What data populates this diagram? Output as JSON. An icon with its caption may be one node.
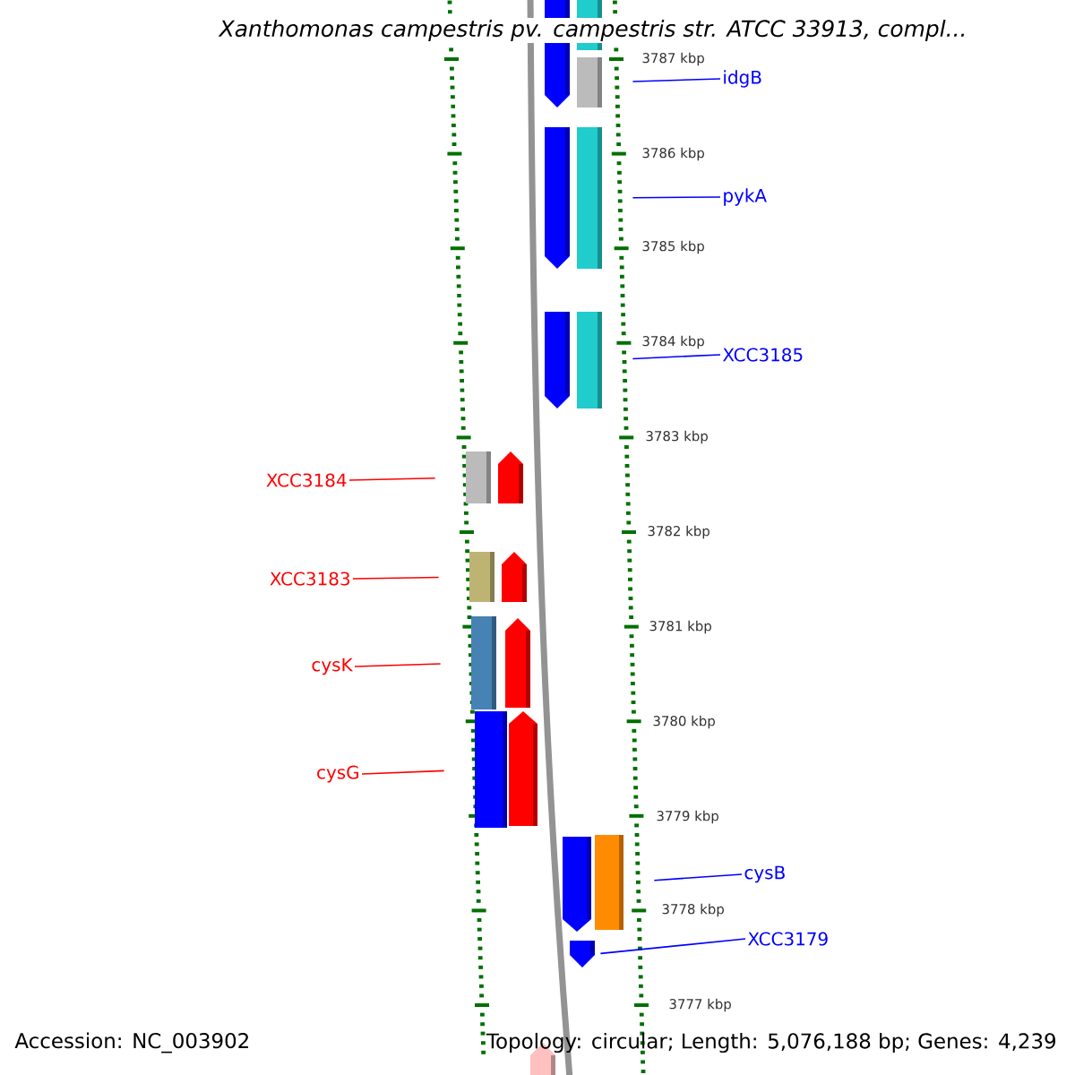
{
  "diagram": {
    "title": "Xanthomonas campestris pv. campestris str. ATCC 33913, compl...",
    "nodes": [
      {
        "text": [
          "idgB"
        ]
      },
      {
        "text": [],
        "shape": "bar"
      },
      {
        "text": [
          "pykA"
        ]
      },
      {
        "text": [],
        "shape": "bar"
      },
      {
        "text": [
          "XCC3185"
        ]
      },
      {
        "text": [],
        "shape": "bar"
      },
      {
        "text": [
          "XCC3184"
        ]
      },
      {
        "text": [],
        "shape": "bar"
      },
      {
        "text": [
          "XCC3183"
        ]
      },
      {
        "text": [],
        "shape": "bar"
      },
      {
        "text": [
          "cysK"
        ]
      },
      {
        "text": [],
        "shape": "bar"
      },
      {
        "text": [
          "cysG"
        ]
      },
      {
        "text": [],
        "shape": "bar"
      },
      {
        "text": [
          "cysB"
        ]
      },
      {
        "text": [],
        "shape": "bar"
      },
      {
        "text": [
          "XCC3179"
        ]
      },
      {
        "text": [],
        "shape": "arrow"
      }
    ],
    "edges": [
      {
        "from": 0,
        "to": 1,
        "arrow": "none"
      },
      {
        "from": 2,
        "to": 3,
        "arrow": "none"
      },
      {
        "from": 4,
        "to": 5,
        "arrow": "none"
      },
      {
        "from": 6,
        "to": 7,
        "arrow": "none",
        "color": "#ff0000"
      },
      {
        "from": 8,
        "to": 9,
        "arrow": "none",
        "color": "#ff0000"
      },
      {
        "from": 10,
        "to": 11,
        "arrow": "none",
        "color": "#ff0000"
      },
      {
        "from": 12,
        "to": 13,
        "arrow": "none",
        "color": "#ff0000"
      },
      {
        "from": 14,
        "to": 15,
        "arrow": "none"
      },
      {
        "from": 16,
        "to": 17,
        "arrow": "none"
      }
    ],
    "labels": [
      "3787 kbp",
      "3786 kbp",
      "3785 kbp",
      "3784 kbp",
      "3783 kbp",
      "3782 kbp",
      "3781 kbp",
      "3780 kbp",
      "3779 kbp",
      "3778 kbp",
      "3777 kbp",
      "Accession: NC_003902",
      "Topology: circular; Length: 5,076,188 bp; Genes: 4,239"
    ]
  }
}
